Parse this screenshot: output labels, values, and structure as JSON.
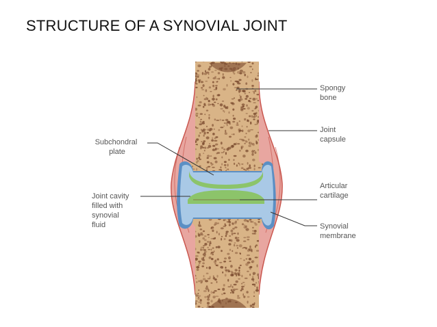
{
  "title": "STRUCTURE OF A SYNOVIAL JOINT",
  "labels": {
    "spongy_bone": [
      "Spongy",
      "bone"
    ],
    "joint_capsule": [
      "Joint",
      "capsule"
    ],
    "articular_cartilage": [
      "Articular",
      "cartilage"
    ],
    "synovial_membrane": [
      "Synovial",
      "membrane"
    ],
    "subchondral_plate": [
      "Subchondral",
      "plate"
    ],
    "joint_cavity": [
      "Joint cavity",
      "filled with",
      "synovial",
      "fluid"
    ]
  },
  "colors": {
    "bone": "#d9b487",
    "bone_pores": "#7a4a2e",
    "capsule": "#e8a6a0",
    "capsule_edge": "#c9574f",
    "cartilage": "#8cc46a",
    "synovial_fluid": "#a9c9e6",
    "membrane": "#5b8fc4"
  }
}
